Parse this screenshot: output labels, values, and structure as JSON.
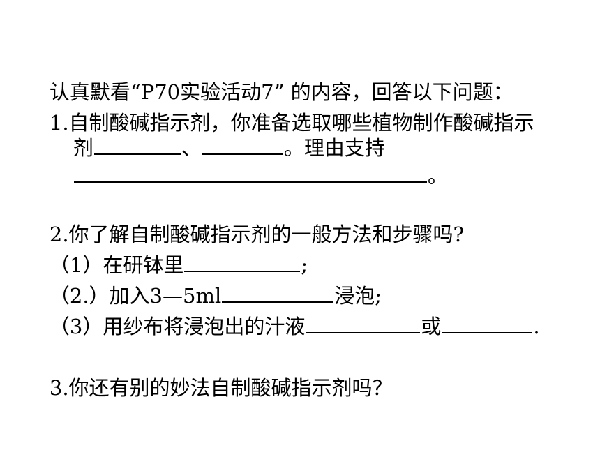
{
  "intro": "认真默看“P70实验活动7” 的内容，回答以下问题：",
  "q1": {
    "line1": "1.自制酸碱指示剂，你准备选取哪些植物制作酸碱指示",
    "line2_prefix": "剂",
    "line2_sep": "、",
    "line2_suffix": "。理由支持",
    "line3_suffix": "。"
  },
  "q2": {
    "title": "2.你了解自制酸碱指示剂的一般方法和步骤吗?",
    "step1_prefix": "（1）在研钵里",
    "step1_suffix": ";",
    "step2_prefix": "（2.）加入3—5ml",
    "step2_suffix": "浸泡;",
    "step3_prefix": "（3）用纱布将浸泡出的汁液",
    "step3_mid": "或",
    "step3_suffix": "."
  },
  "q3": {
    "title": "3.你还有别的妙法自制酸碱指示剂吗？"
  }
}
